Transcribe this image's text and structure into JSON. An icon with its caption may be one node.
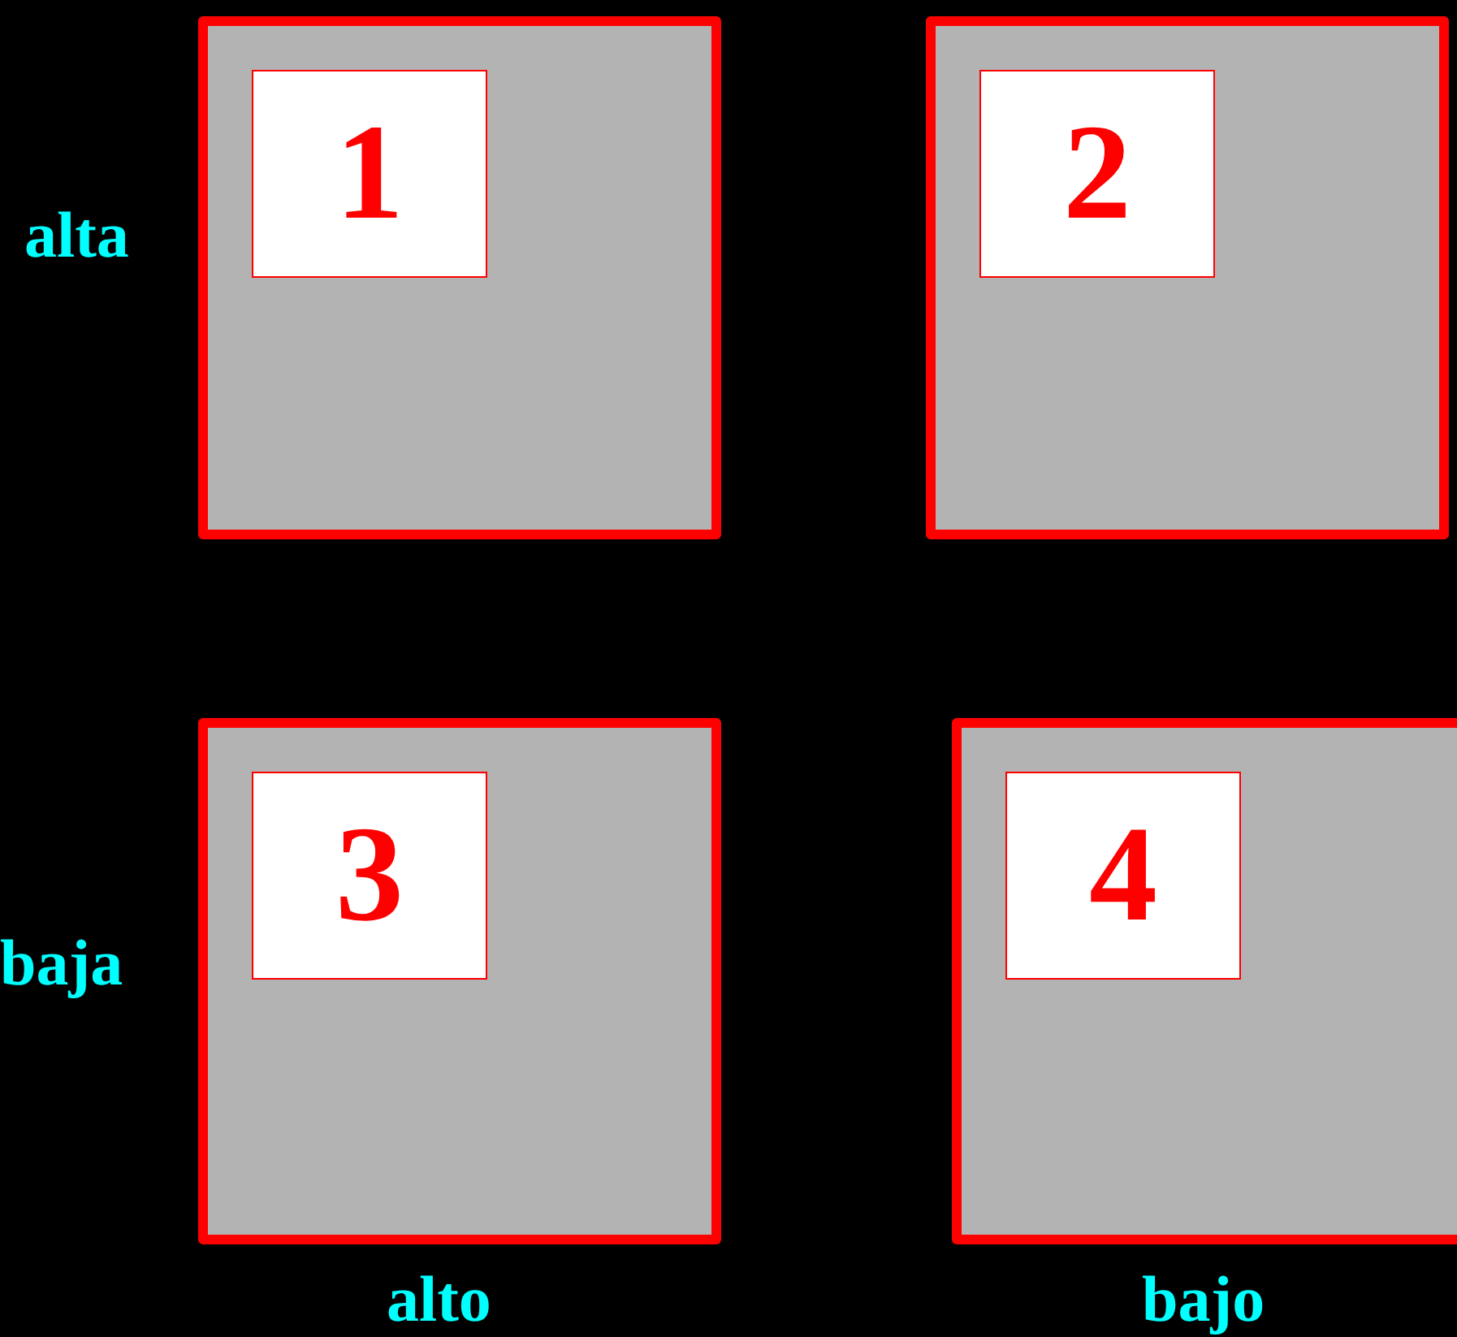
{
  "diagram": {
    "nodes": [
      {
        "text": [],
        "shape": "box"
      },
      {
        "text": [
          "1"
        ],
        "in": 0
      },
      {
        "text": [],
        "shape": "box"
      },
      {
        "text": [
          "2"
        ],
        "in": 2
      },
      {
        "text": [],
        "shape": "box"
      },
      {
        "text": [
          "3"
        ],
        "in": 4
      },
      {
        "text": [],
        "shape": "box"
      },
      {
        "text": [
          "4"
        ],
        "in": 6
      }
    ],
    "edges": [],
    "labels": [
      "alta",
      "baja",
      "alto",
      "bajo"
    ]
  }
}
